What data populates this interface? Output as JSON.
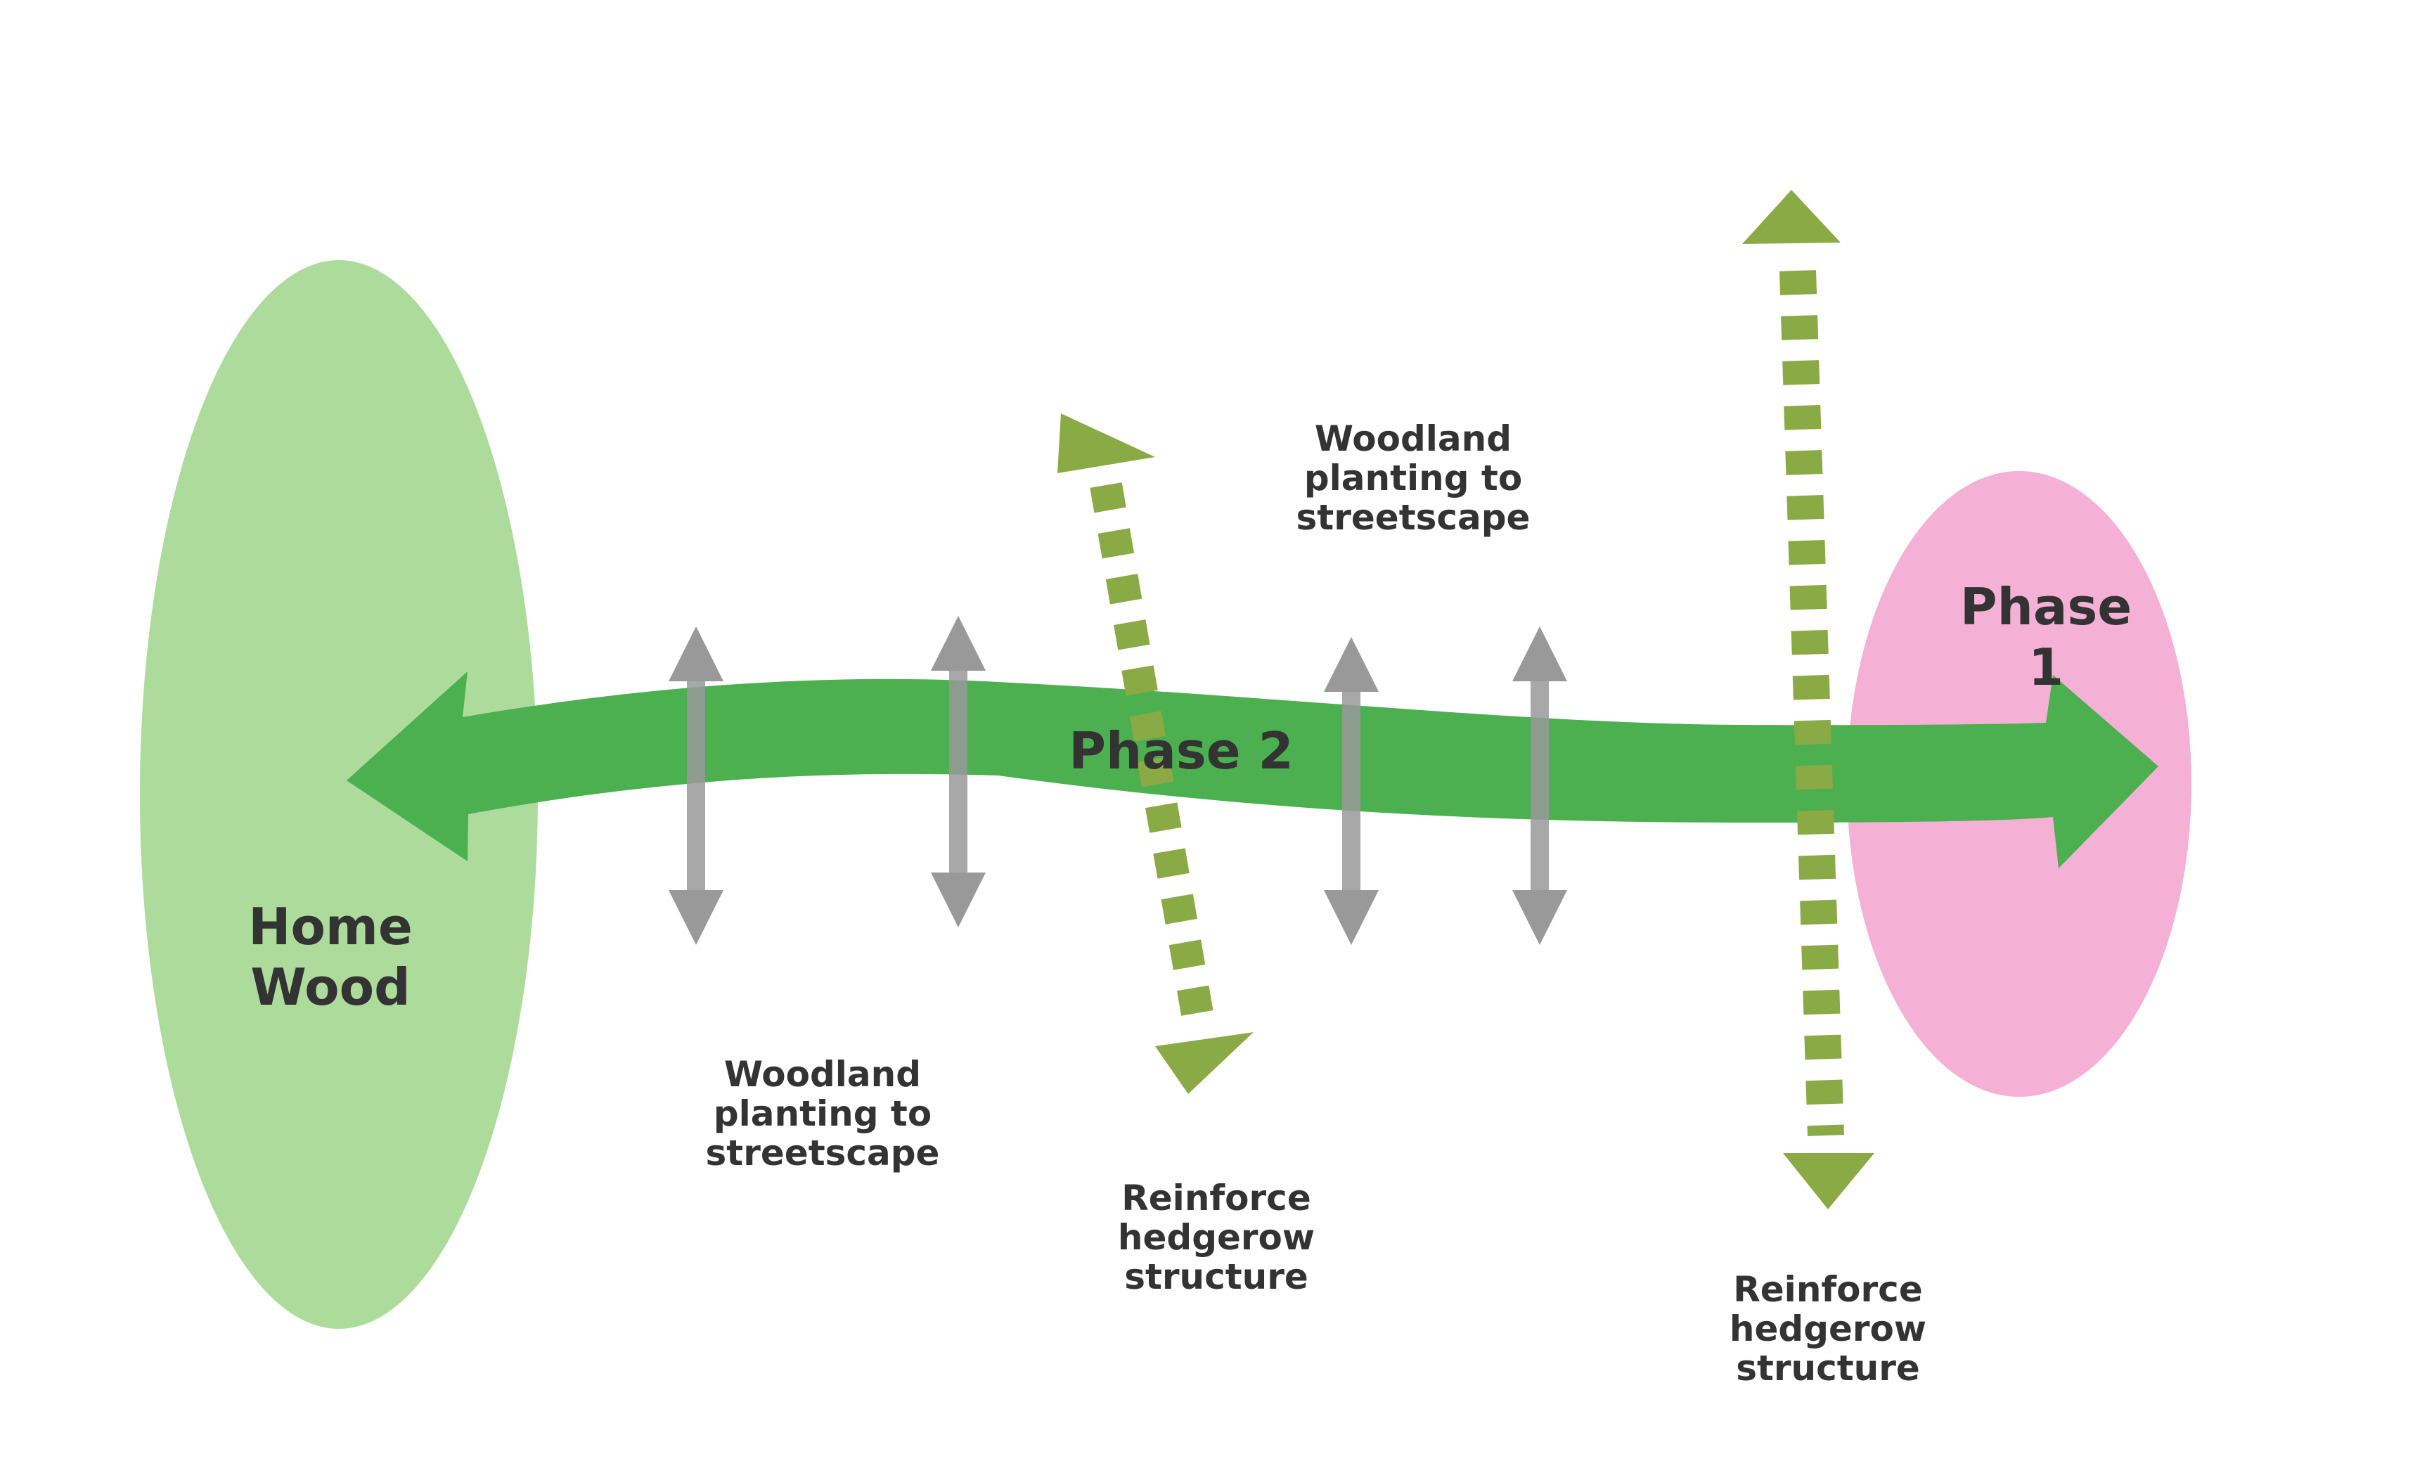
{
  "areas": {
    "home_wood": {
      "label": "Home\nWood",
      "color": "#addb9c"
    },
    "phase1": {
      "label": "Phase 1",
      "color": "#f5b0d5"
    }
  },
  "main_route": {
    "label": "Phase 2",
    "color": "#4caf50"
  },
  "connections": {
    "grey_color": "#999999",
    "dashed_color": "#8aaa45"
  },
  "notes": {
    "woodland_left": "Woodland\nplanting to\nstreetscape",
    "woodland_top": "Woodland\nplanting to\nstreetscape",
    "hedgerow_center": "Reinforce\nhedgerow\nstructure",
    "hedgerow_right": "Reinforce\nhedgerow\nstructure"
  }
}
